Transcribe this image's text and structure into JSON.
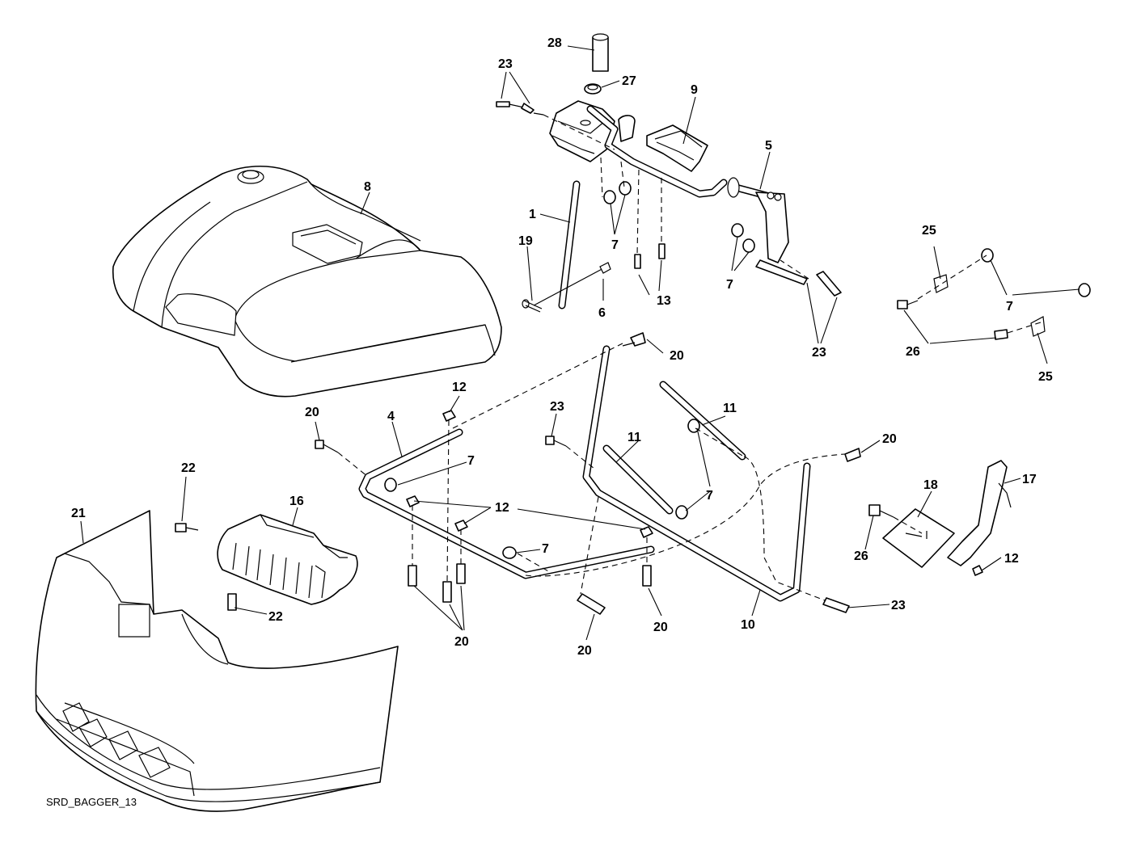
{
  "drawing_id": "SRD_BAGGER_13",
  "callouts": {
    "c1": "1",
    "c4": "4",
    "c5": "5",
    "c6": "6",
    "c7a": "7",
    "c7b": "7",
    "c7c": "7",
    "c7d": "7",
    "c7e": "7",
    "c7f": "7",
    "c8": "8",
    "c9": "9",
    "c10": "10",
    "c11a": "11",
    "c11b": "11",
    "c12a": "12",
    "c12b": "12",
    "c12c": "12",
    "c13": "13",
    "c16": "16",
    "c17": "17",
    "c18": "18",
    "c19": "19",
    "c20a": "20",
    "c20b": "20",
    "c20c": "20",
    "c20d": "20",
    "c20e": "20",
    "c20f": "20",
    "c21": "21",
    "c22a": "22",
    "c22b": "22",
    "c23a": "23",
    "c23b": "23",
    "c23c": "23",
    "c23d": "23",
    "c25a": "25",
    "c25b": "25",
    "c26a": "26",
    "c26b": "26",
    "c27": "27",
    "c28": "28"
  }
}
